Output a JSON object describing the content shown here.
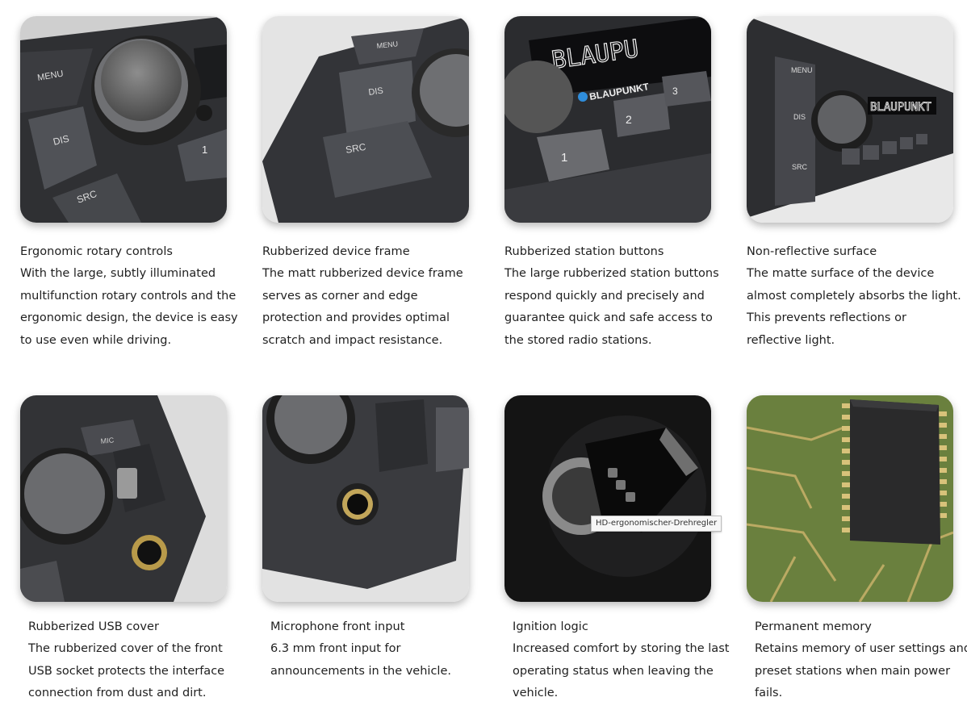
{
  "features": [
    {
      "title": "Ergonomic rotary controls",
      "description": "With the large, subtly illuminated multifunction rotary controls and the ergonomic design, the device is easy to use even while driving.",
      "image_labels": [
        "MENU",
        "DIS",
        "SRC",
        "1"
      ]
    },
    {
      "title": "Rubberized device frame",
      "description": "The matt rubberized device frame serves as corner and edge protection and provides optimal scratch and impact resistance.",
      "image_labels": [
        "MENU",
        "DIS",
        "SRC"
      ]
    },
    {
      "title": "Rubberized station buttons",
      "description": "The large rubberized station buttons respond quickly and precisely and guarantee quick and safe access to the stored radio stations.",
      "image_labels": [
        "BLAUPUNKT",
        "1",
        "2",
        "3"
      ]
    },
    {
      "title": "Non-reflective surface",
      "description": "The matte surface of the device almost completely absorbs the light. This prevents reflections or reflective light.",
      "image_labels": [
        "MENU",
        "DIS",
        "SRC",
        "BLAUPUNKT"
      ]
    },
    {
      "title": "Rubberized USB cover",
      "description": "The rubberized cover of the front USB socket protects the interface connection from dust and dirt.",
      "image_labels": [
        "MIC"
      ]
    },
    {
      "title": "Microphone front input",
      "description": "6.3 mm front input for announcements in the vehicle.",
      "image_labels": []
    },
    {
      "title": "Ignition logic",
      "description": "Increased comfort by storing the last operating status when leaving the vehicle.",
      "image_labels": []
    },
    {
      "title": "Permanent memory",
      "description": "Retains memory of user settings and preset stations when main power fails.",
      "image_labels": []
    }
  ],
  "tooltip": "HD-ergonomischer-Drehregler"
}
